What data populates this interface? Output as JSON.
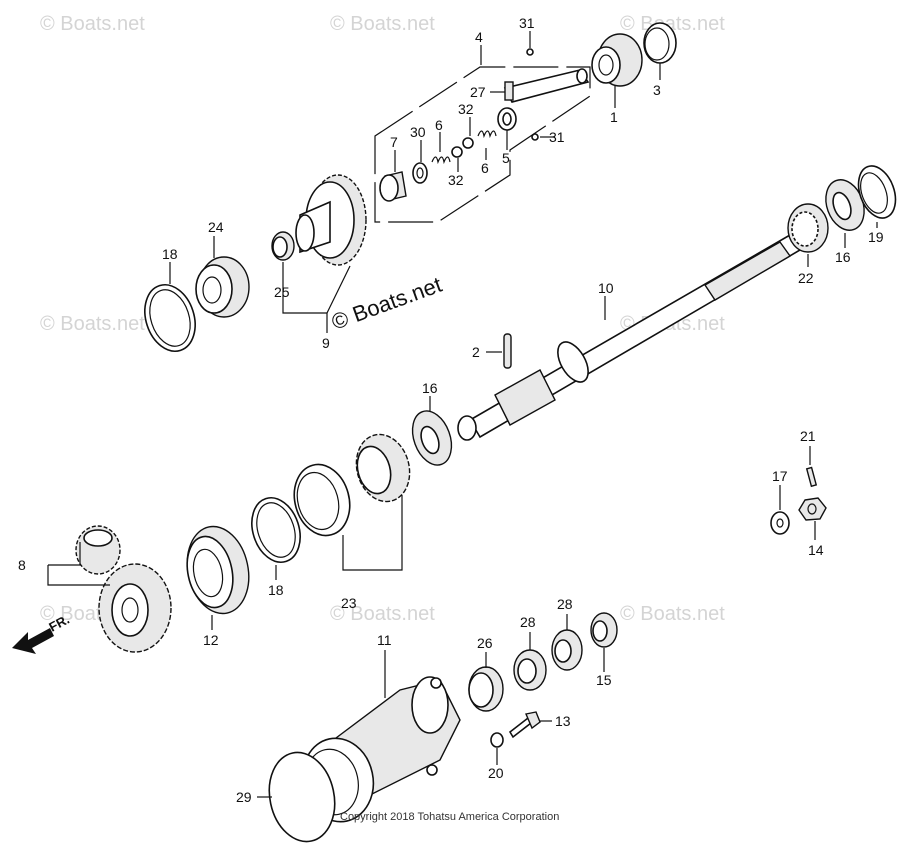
{
  "watermark": "© Boats.net",
  "center_watermark": "© Boats.net",
  "copyright": "Copyright 2018 Tohatsu America Corporation",
  "direction_label": "FR.",
  "labels": {
    "p1": "1",
    "p2": "2",
    "p3": "3",
    "p4": "4",
    "p5": "5",
    "p6a": "6",
    "p6b": "6",
    "p7": "7",
    "p8": "8",
    "p9": "9",
    "p10": "10",
    "p11": "11",
    "p12": "12",
    "p13": "13",
    "p14": "14",
    "p15": "15",
    "p16a": "16",
    "p16b": "16",
    "p17": "17",
    "p18a": "18",
    "p18b": "18",
    "p19": "19",
    "p20": "20",
    "p21": "21",
    "p22": "22",
    "p23": "23",
    "p24": "24",
    "p25": "25",
    "p26": "26",
    "p27": "27",
    "p28a": "28",
    "p28b": "28",
    "p29": "29",
    "p30": "30",
    "p31a": "31",
    "p31b": "31",
    "p32a": "32",
    "p32b": "32"
  }
}
